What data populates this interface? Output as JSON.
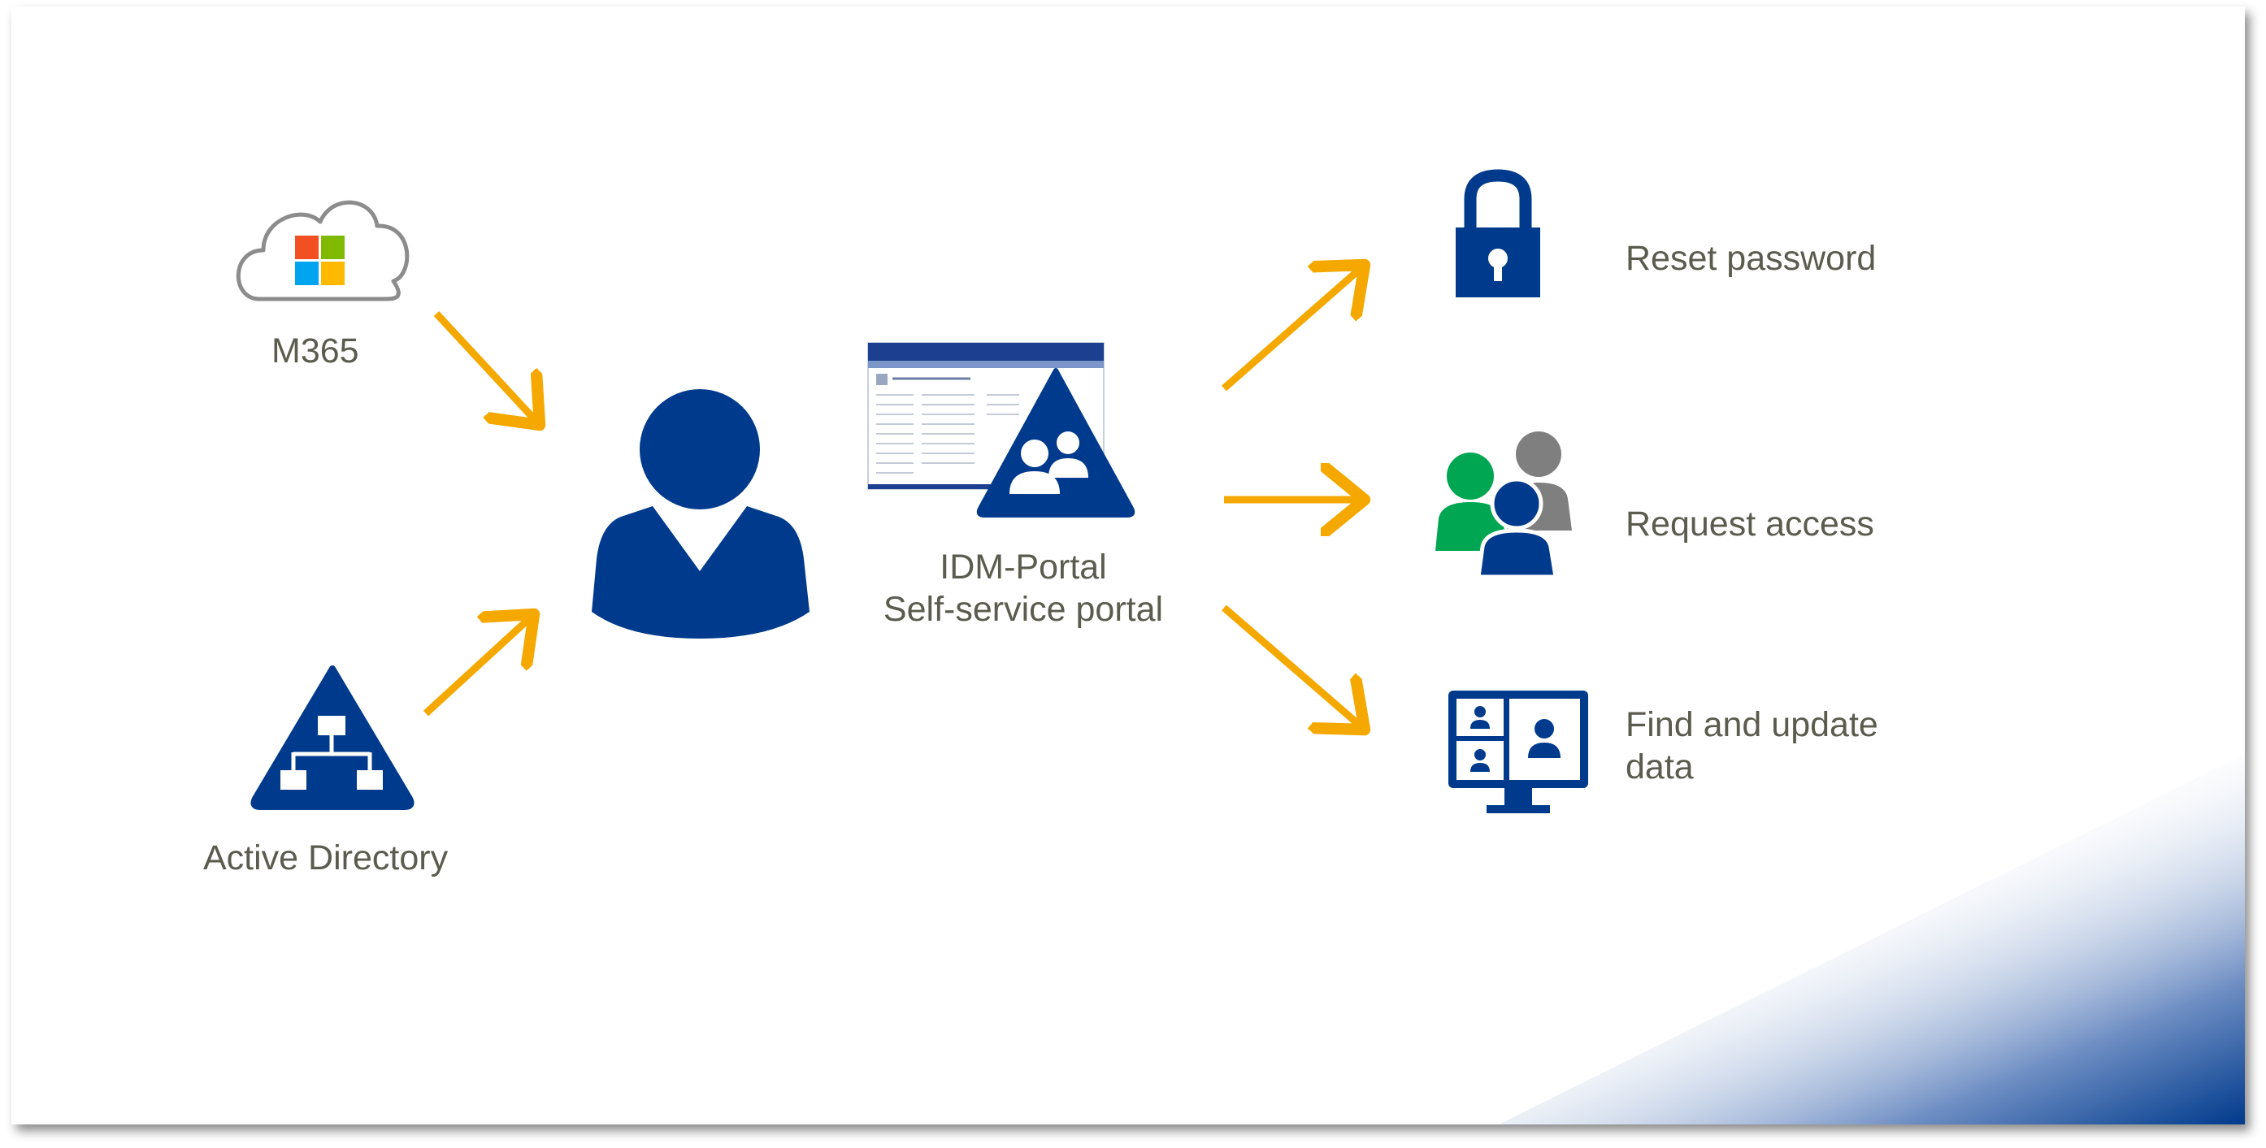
{
  "sources": [
    {
      "id": "m365",
      "label": "M365",
      "icon": "microsoft-cloud-icon"
    },
    {
      "id": "ad",
      "label": "Active Directory",
      "icon": "active-directory-icon"
    }
  ],
  "center": {
    "icon": "user-icon"
  },
  "portal": {
    "icon": "idm-portal-screenshot-icon",
    "line1": "IDM-Portal",
    "line2": "Self-service portal"
  },
  "actions": [
    {
      "id": "reset",
      "label": "Reset password",
      "icon": "padlock-icon"
    },
    {
      "id": "request",
      "label": "Request access",
      "icon": "user-group-icon"
    },
    {
      "id": "find",
      "label_line1": "Find and update",
      "label_line2": "data",
      "icon": "monitor-users-icon"
    }
  ],
  "colors": {
    "primary_blue": "#003a8c",
    "arrow_orange": "#f5a800",
    "label_text": "#5b5b4f",
    "ms_red": "#f25022",
    "ms_green": "#7fba00",
    "ms_blue": "#00a4ef",
    "ms_yellow": "#ffb900",
    "group_green": "#00a651",
    "group_gray": "#7f7f7f"
  }
}
